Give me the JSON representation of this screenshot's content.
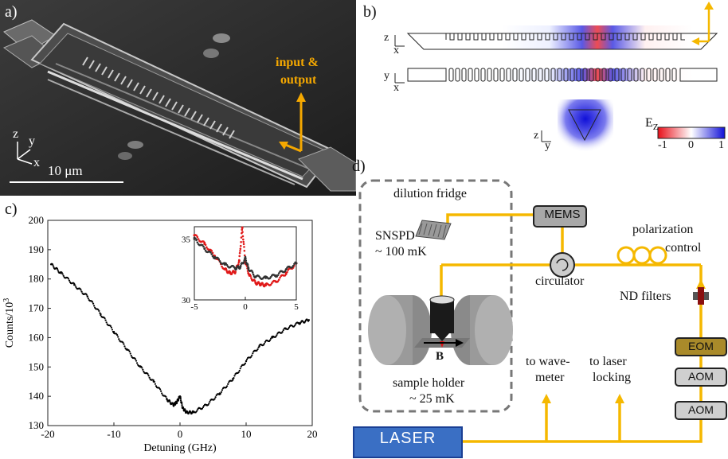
{
  "panel_labels": {
    "a": "a)",
    "b": "b)",
    "c": "c)",
    "d": "d)"
  },
  "panel_a": {
    "io_label_1": "input &",
    "io_label_2": "output",
    "axis_z": "z",
    "axis_y": "y",
    "axis_x": "x",
    "scale_bar": "10 μm"
  },
  "panel_b": {
    "axes_top": {
      "v": "z",
      "h": "x"
    },
    "axes_mid": {
      "v": "y",
      "h": "x"
    },
    "axes_bottom": {
      "v": "z",
      "h": "y"
    },
    "colorbar_label": "E",
    "colorbar_sub": "Z",
    "colorbar_ticks": [
      "-1",
      "0",
      "1"
    ],
    "colors": {
      "neg": "#e8101a",
      "zero": "#ffffff",
      "pos": "#1010d8"
    }
  },
  "chart_data": [
    {
      "type": "scatter",
      "xlabel": "Detuning (GHz)",
      "ylabel": "Counts/10",
      "ylabel_sup": "3",
      "xlim": [
        -20,
        20
      ],
      "ylim": [
        130,
        200
      ],
      "xticks": [
        "-20",
        "-10",
        "0",
        "10",
        "20"
      ],
      "yticks": [
        "130",
        "140",
        "150",
        "160",
        "170",
        "180",
        "190",
        "200"
      ],
      "series": [
        {
          "color": "#000000",
          "x": [
            -19.5,
            -18,
            -16,
            -14,
            -12,
            -10,
            -8,
            -6,
            -4,
            -2,
            -1,
            -0.5,
            0,
            0.4,
            1,
            2,
            4,
            6,
            8,
            10,
            12,
            14,
            16,
            18,
            19.5
          ],
          "y": [
            185,
            182,
            178,
            174,
            168,
            162,
            156,
            150,
            145,
            139,
            137,
            138,
            140,
            136,
            134.5,
            134.5,
            137,
            141,
            146,
            152,
            157,
            160,
            163,
            165,
            166
          ]
        }
      ]
    },
    {
      "type": "scatter",
      "xlim": [
        -5,
        5
      ],
      "ylim": [
        30,
        36
      ],
      "xticks": [
        "-5",
        "0",
        "5"
      ],
      "yticks": [
        "30",
        "35"
      ],
      "series": [
        {
          "color": "#e01818",
          "x": [
            -5,
            -4,
            -3,
            -2,
            -1.5,
            -1,
            -0.6,
            -0.3,
            0,
            0.4,
            1,
            1.5,
            2,
            3,
            4,
            5
          ],
          "y": [
            35.3,
            34.6,
            33.6,
            32.5,
            32.2,
            32.3,
            33.2,
            35.9,
            33.1,
            32.0,
            31.4,
            31.3,
            31.2,
            31.5,
            32.2,
            33.0
          ]
        },
        {
          "color": "#333333",
          "x": [
            -5,
            -4,
            -3,
            -2,
            -1,
            -0.5,
            0,
            0.3,
            1,
            2,
            3,
            4,
            5
          ],
          "y": [
            35.0,
            34.2,
            33.5,
            32.9,
            32.6,
            32.7,
            33.4,
            32.6,
            31.9,
            31.8,
            32.0,
            32.5,
            33.0
          ]
        }
      ]
    }
  ],
  "panel_d": {
    "dilution_fridge": "dilution fridge",
    "snspd": "SNSPD",
    "snspd_temp": "~ 100 mK",
    "sample_holder": "sample holder",
    "sample_temp": "~ 25 mK",
    "b_label": "B",
    "mems": "MEMS",
    "polarization_1": "polarization",
    "polarization_2": "control",
    "circulator": "circulator",
    "nd_filters": "ND filters",
    "eom": "EOM",
    "aom1": "AOM",
    "aom2": "AOM",
    "wavemeter_1": "to wave-",
    "wavemeter_2": "meter",
    "laser_lock_1": "to laser",
    "laser_lock_2": "locking",
    "laser": "LASER",
    "colors": {
      "fiber": "#f5b800",
      "laser_box": "#3a6fc4",
      "eom_box": "#a98a2a",
      "grey_box": "#bdbdbd"
    }
  }
}
